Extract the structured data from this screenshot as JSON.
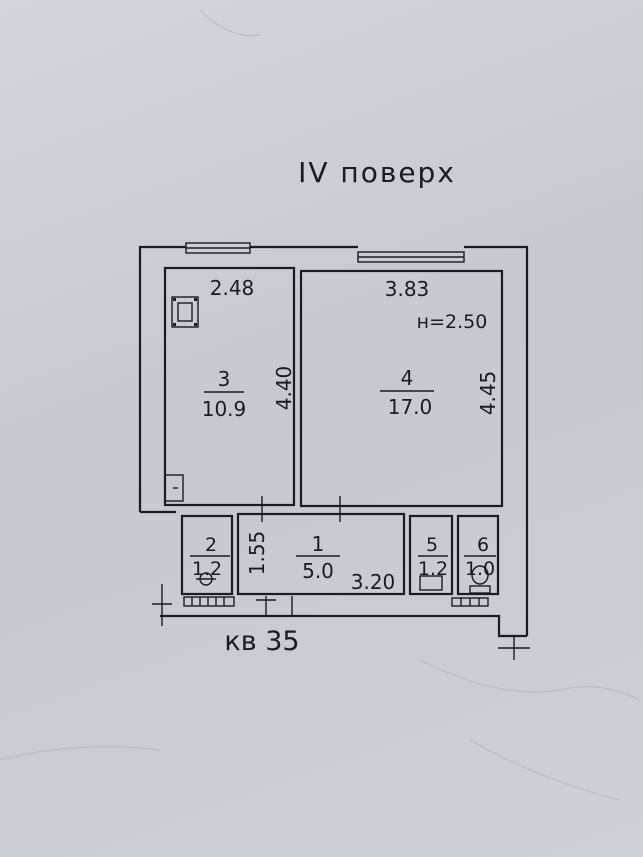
{
  "floor_title": "IV поверх",
  "apartment_label": "кв 35",
  "rooms": [
    {
      "number": "3",
      "area": "10.9",
      "width": "2.48",
      "length": "4.40"
    },
    {
      "number": "4",
      "area": "17.0",
      "width": "3.83",
      "length": "4.45",
      "height": "н=2.50"
    },
    {
      "number": "1",
      "area": "5.0",
      "width": "3.20",
      "depth": "1.55"
    },
    {
      "number": "2",
      "area": "1.2"
    },
    {
      "number": "5",
      "area": "1.2"
    },
    {
      "number": "6",
      "area": "1.0"
    }
  ]
}
